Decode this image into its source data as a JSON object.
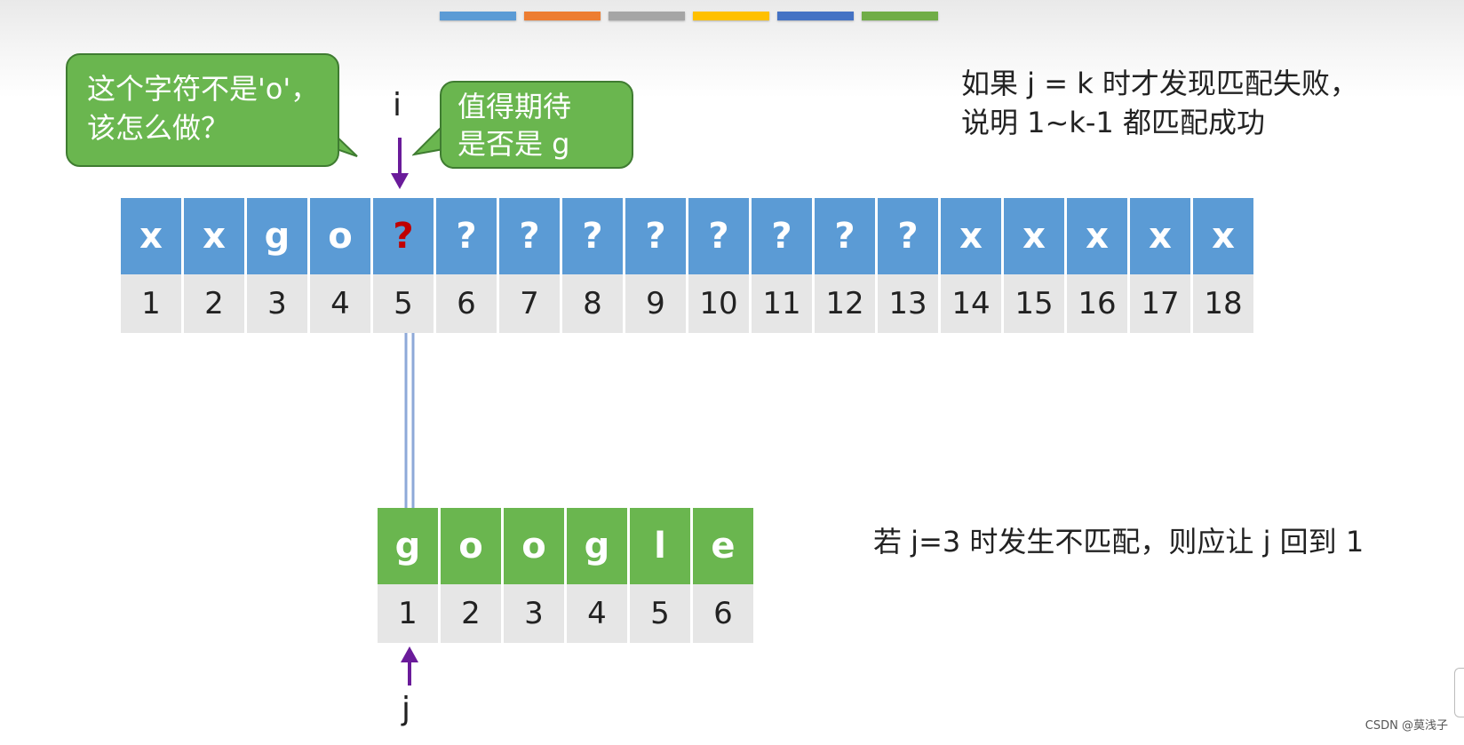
{
  "top_bar_colors": [
    "#5b9bd5",
    "#ed7d31",
    "#a5a5a5",
    "#ffc000",
    "#4472c4",
    "#70ad47"
  ],
  "bubble_left": {
    "line1": "这个字符不是'o'，",
    "line2": "该怎么做？"
  },
  "bubble_right": {
    "line1": "值得期待",
    "line2": "是否是 g"
  },
  "pointer_i": "i",
  "pointer_j": "j",
  "note_top": {
    "line1": "如果 j = k 时才发现匹配失败，",
    "line2": "说明 1~k-1 都匹配成功"
  },
  "note_bottom": "若 j=3 时发生不匹配，则应让 j 回到 1",
  "main_string": {
    "chars": [
      "x",
      "x",
      "g",
      "o",
      "?",
      "?",
      "?",
      "?",
      "?",
      "?",
      "?",
      "?",
      "?",
      "x",
      "x",
      "x",
      "x",
      "x"
    ],
    "indices": [
      "1",
      "2",
      "3",
      "4",
      "5",
      "6",
      "7",
      "8",
      "9",
      "10",
      "11",
      "12",
      "13",
      "14",
      "15",
      "16",
      "17",
      "18"
    ],
    "highlight_color": "#c00000",
    "cell_color": "#5b9bd5"
  },
  "pattern": {
    "chars": [
      "g",
      "o",
      "o",
      "g",
      "l",
      "e"
    ],
    "indices": [
      "1",
      "2",
      "3",
      "4",
      "5",
      "6"
    ],
    "cell_color": "#6ab64f"
  },
  "arrow_color": "#6a1b9a",
  "watermark": "CSDN @莫浅子"
}
